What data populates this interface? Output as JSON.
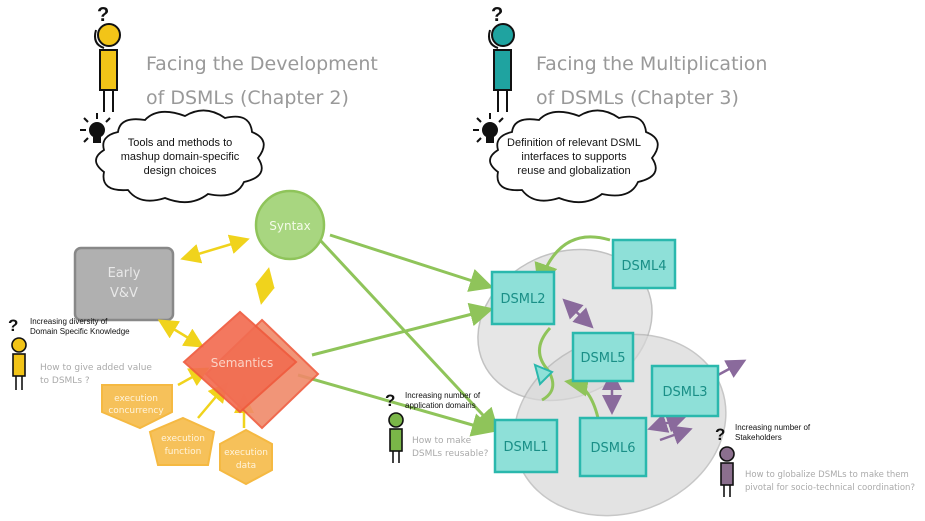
{
  "challenges": [
    {
      "title_line1": "Facing the Development",
      "title_line2": "of DSMLs (Chapter 2)",
      "figure_color": "#f2c418"
    },
    {
      "title_line1": "Facing the Multiplication",
      "title_line2": "of DSMLs (Chapter 3)",
      "figure_color": "#1fa3a0"
    }
  ],
  "clouds": [
    {
      "line1": "Tools and methods to",
      "line2": "mashup domain-specific",
      "line3": "design choices"
    },
    {
      "line1": "Definition of relevant DSML",
      "line2": "interfaces to supports",
      "line3": "reuse and globalization"
    }
  ],
  "question_mark": "?",
  "language_parts": {
    "syntax": "Syntax",
    "early_vv_line1": "Early",
    "early_vv_line2": "V&V",
    "semantics": "Semantics",
    "exec_concurrency_line1": "execution",
    "exec_concurrency_line2": "concurrency",
    "exec_function_line1": "execution",
    "exec_function_line2": "function",
    "exec_data_line1": "execution",
    "exec_data_line2": "data"
  },
  "dsmls": {
    "dsml1": "DSML1",
    "dsml2": "DSML2",
    "dsml3": "DSML3",
    "dsml4": "DSML4",
    "dsml5": "DSML5",
    "dsml6": "DSML6"
  },
  "stakeholders": [
    {
      "heading_line1": "Increasing diversity of",
      "heading_line2": "Domain Specific Knowledge",
      "question_line1": "How to give added value",
      "question_line2": "to DSMLs ?",
      "color": "#f2c418"
    },
    {
      "heading_line1": "Increasing number of",
      "heading_line2": "application domains",
      "question_line1": "How to make",
      "question_line2": "DSMLs reusable?",
      "color": "#7ab648"
    },
    {
      "heading_line1": "Increasing number of",
      "heading_line2": "Stakeholders",
      "question_line1": "How to globalize DSMLs to make them",
      "question_line2": "pivotal for socio-technical coordination?",
      "color": "#8b6f8e"
    }
  ],
  "colors": {
    "syntax_green": "#8fc45a",
    "semantics_red": "#ef5a3d",
    "exec_orange": "#f5b942",
    "dsml_teal": "#2ab8ad",
    "dsml_fill": "#8ee0d8",
    "arrow_yellow": "#f0d31c",
    "arrow_purple": "#8a6a9c",
    "grey_box": "#a8a8a8"
  }
}
